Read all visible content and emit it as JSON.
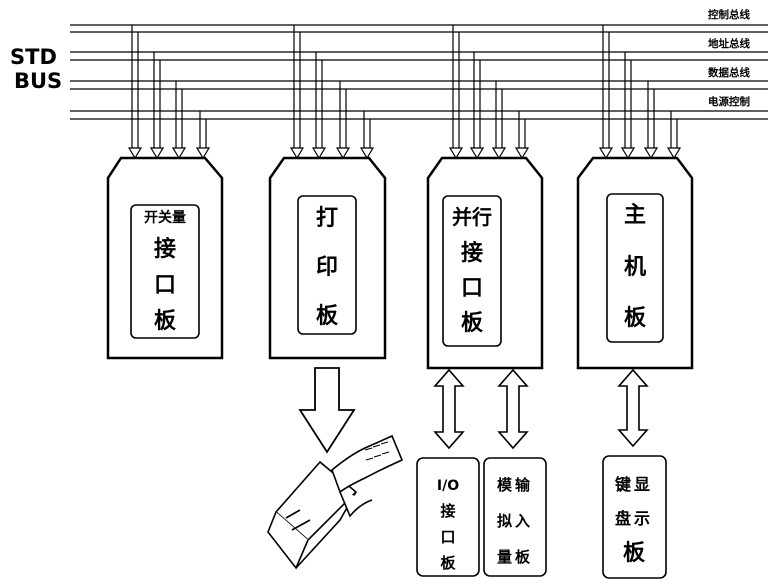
{
  "std_label_1": "STD",
  "std_label_2": "BUS",
  "bus_lines": [
    "控制总线",
    "地址总线",
    "数据总线",
    "电源控制"
  ],
  "boards": [
    {
      "id": "switch",
      "top_label": "开关量",
      "lines": [
        "接",
        "口",
        "板"
      ]
    },
    {
      "id": "printer",
      "top_label": "",
      "lines": [
        "打",
        "印",
        "板"
      ]
    },
    {
      "id": "parallel",
      "top_label": "并行",
      "lines": [
        "接",
        "口",
        "板"
      ]
    },
    {
      "id": "host",
      "top_label": "",
      "lines": [
        "主",
        "机",
        "板"
      ]
    }
  ],
  "peripherals": [
    {
      "id": "io",
      "lines": [
        "I/O",
        "接",
        "口",
        "板"
      ]
    },
    {
      "id": "analog",
      "lines": [
        "模输",
        "拟入",
        "量板"
      ]
    },
    {
      "id": "keyboard",
      "lines": [
        "键显",
        "盘示",
        "板"
      ]
    }
  ],
  "colors": {
    "ink": "#000000",
    "paper": "#ffffff"
  }
}
